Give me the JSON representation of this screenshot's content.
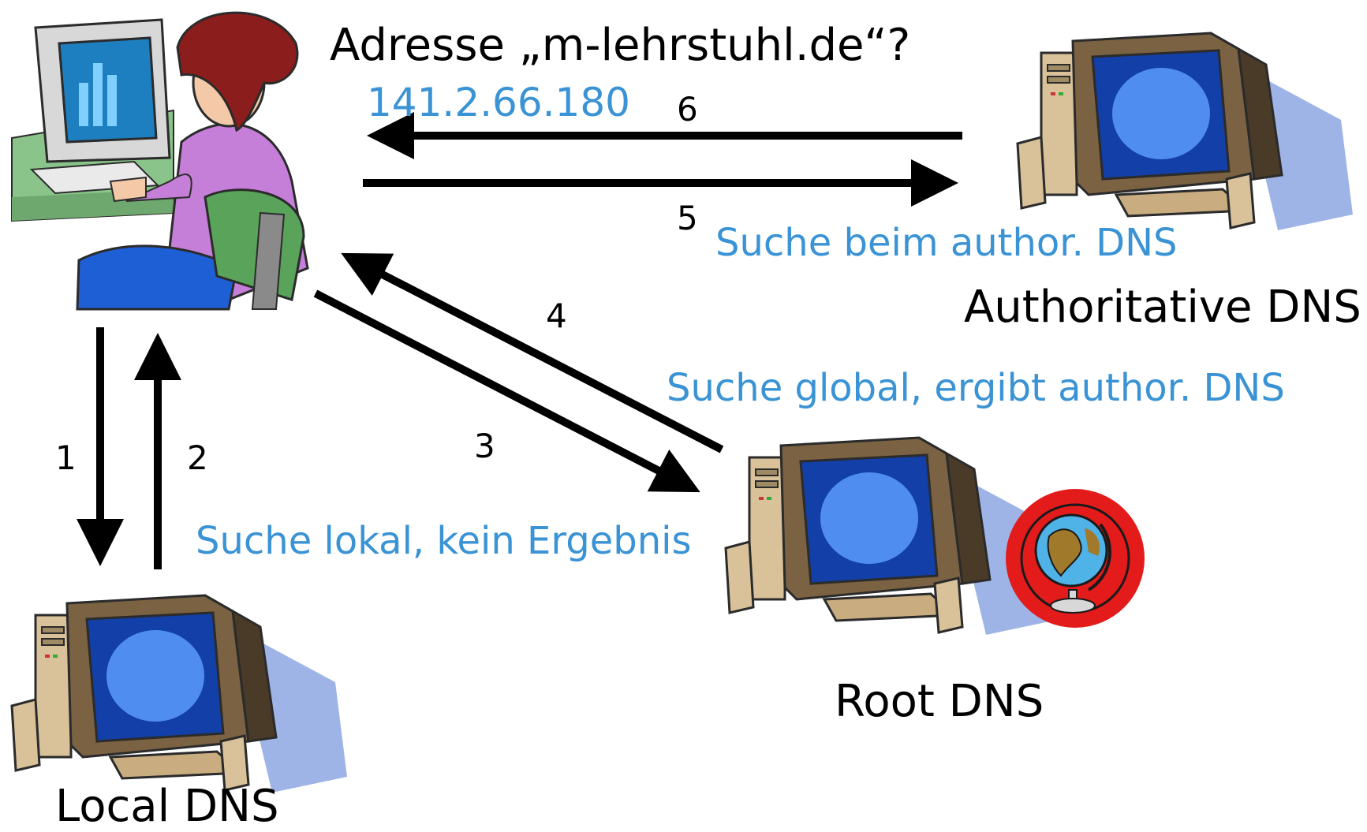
{
  "question": "Adresse „m-lehrstuhl.de“?",
  "answer_ip": "141.2.66.180",
  "steps": {
    "s1": "1",
    "s2": "2",
    "s3": "3",
    "s4": "4",
    "s5": "5",
    "s6": "6"
  },
  "notes": {
    "local": "Suche lokal, kein Ergebnis",
    "global": "Suche global, ergibt author. DNS",
    "auth": "Suche beim author. DNS"
  },
  "labels": {
    "authoritative": "Authoritative DNS",
    "root": "Root DNS",
    "local": "Local DNS"
  },
  "colors": {
    "note_text": "#3a93d4",
    "arrow": "#000000",
    "globe_ring": "#e31b1b"
  }
}
